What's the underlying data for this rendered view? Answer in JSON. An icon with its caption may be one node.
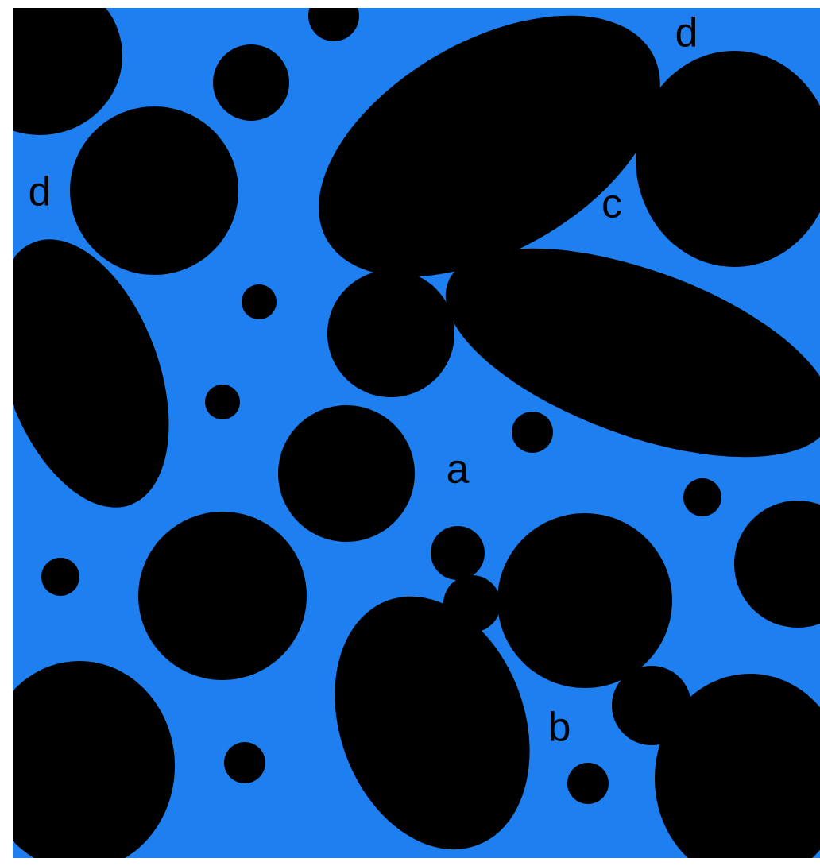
{
  "diagram": {
    "labels": [
      "d",
      "d",
      "c",
      "a",
      "b"
    ]
  }
}
